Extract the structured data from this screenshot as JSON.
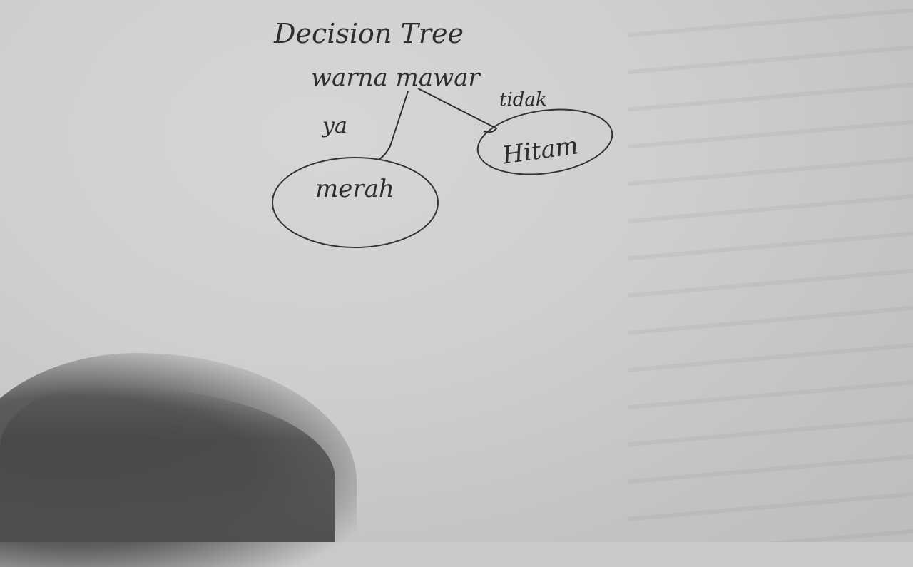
{
  "diagram": {
    "title": "Decision Tree",
    "root": {
      "label": "warna mawar"
    },
    "edges": [
      {
        "label": "ya"
      },
      {
        "label": "tidak"
      }
    ],
    "leaves": [
      {
        "label": "merah"
      },
      {
        "label": "Hitam"
      }
    ]
  }
}
